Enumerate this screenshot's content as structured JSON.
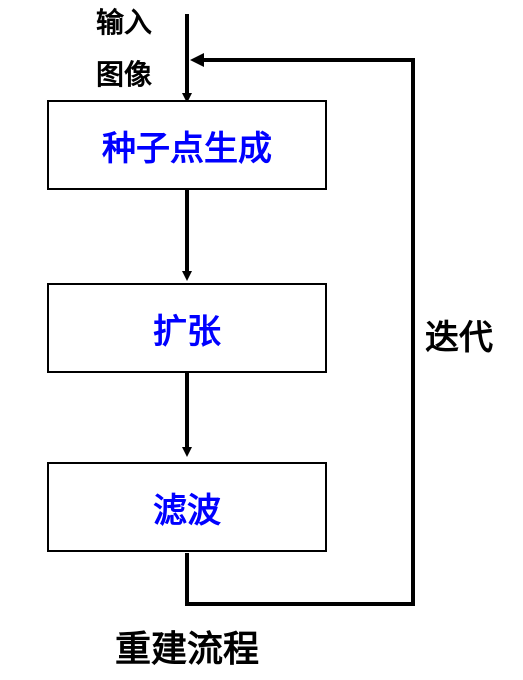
{
  "input": {
    "line1": "输入",
    "line2": "图像"
  },
  "nodes": [
    {
      "label": "种子点生成"
    },
    {
      "label": "扩张"
    },
    {
      "label": "滤波"
    }
  ],
  "loop": {
    "label": "迭代"
  },
  "caption": "重建流程",
  "colors": {
    "node_text": "#0000ff",
    "lines": "#000000",
    "node_border": "#000000"
  }
}
